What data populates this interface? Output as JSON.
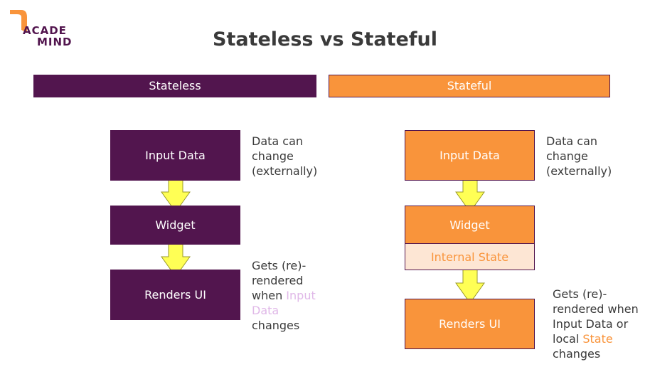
{
  "logo": {
    "line1": "ACADE",
    "line2": "MIND"
  },
  "title": "Stateless vs Stateful",
  "stateless": {
    "header": "Stateless",
    "input_box": "Input Data",
    "widget_box": "Widget",
    "render_box": "Renders UI",
    "note_input": {
      "line1": "Data can",
      "line2": "change",
      "line3": "(externally)"
    },
    "note_render": {
      "line1": "Gets (re)-",
      "line2": "rendered",
      "line3_prefix": "when ",
      "line3_highlight": "Input",
      "line4_highlight": "Data",
      "line5": "changes"
    }
  },
  "stateful": {
    "header": "Stateful",
    "input_box": "Input Data",
    "widget_box": "Widget",
    "state_box": "Internal State",
    "render_box": "Renders UI",
    "note_input": {
      "line1": "Data can",
      "line2": "change",
      "line3": "(externally)"
    },
    "note_render": {
      "line1": "Gets (re)-",
      "line2": "rendered when",
      "line3": "Input Data or",
      "line4_prefix": "local ",
      "line4_highlight": "State",
      "line5": "changes"
    }
  },
  "colors": {
    "purple": "#52154e",
    "orange": "#f9943b",
    "state_fill": "#fde6d4",
    "arrow_fill": "#ffff55",
    "arrow_stroke": "#9a9a2a",
    "highlight_pink": "#e0b8e8"
  }
}
